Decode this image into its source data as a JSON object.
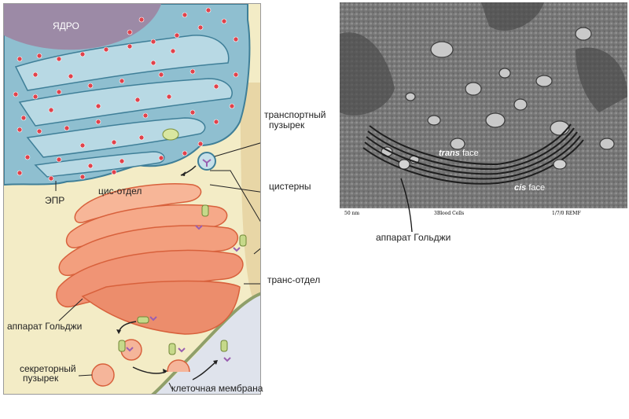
{
  "diagram": {
    "nucleus_label": "ЯДРО",
    "er_label": "ЭПР",
    "cis_label": "цис-отдел",
    "transport_vesicle_label": [
      "транспортный",
      "пузырек"
    ],
    "cisternae_label": "цистерны",
    "trans_label": "транс-отдел",
    "golgi_label": "аппарат Гольджи",
    "secretory_vesicle_label": [
      "секреторный",
      "пузырек"
    ],
    "membrane_label": "клеточная мембрана"
  },
  "micrograph": {
    "trans_face": [
      "trans",
      " face"
    ],
    "cis_face": [
      "cis",
      " face"
    ],
    "scale_label": "50 nm",
    "source_label": "3Blood Cells",
    "date_label": "1/7/0  REMF",
    "golgi_label": "аппарат Гольджи"
  },
  "colors": {
    "cytoplasm": "#f3ecc6",
    "er": "#8fbfd0",
    "er_edge": "#3f7f98",
    "ribosome": "#e0424b",
    "golgi": "#f5a182",
    "golgi_edge": "#d8613c",
    "nucleus": "#9c8aa6",
    "membrane": "#b9a67a"
  }
}
